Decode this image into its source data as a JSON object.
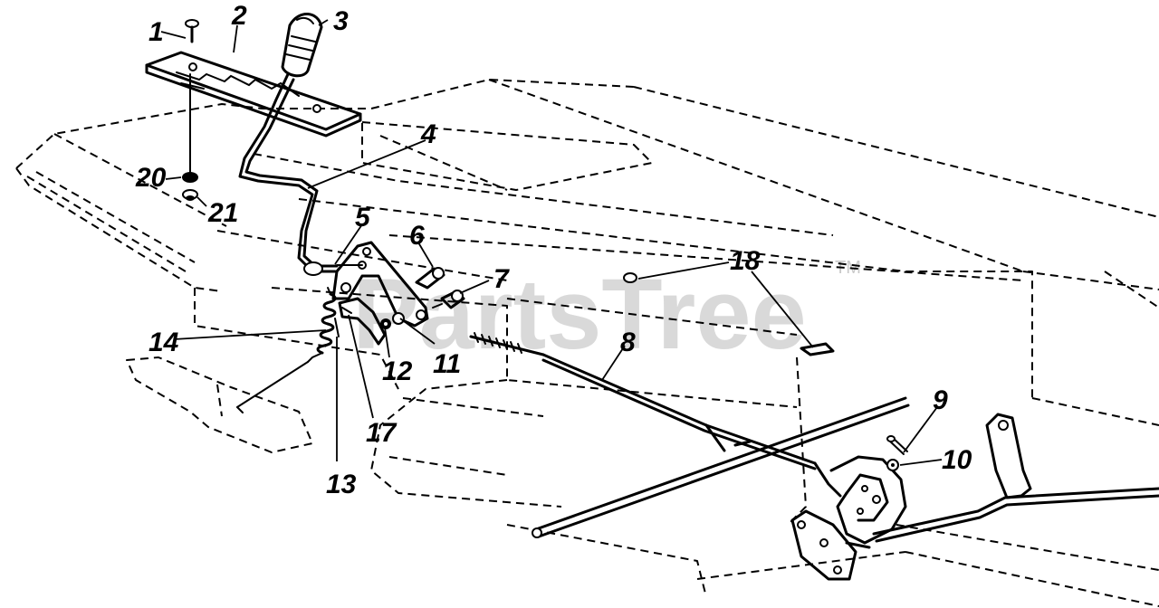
{
  "watermark": {
    "text": "PartsTree",
    "trademark": "TM"
  },
  "callouts": [
    {
      "id": "c1",
      "label": "1"
    },
    {
      "id": "c2",
      "label": "2"
    },
    {
      "id": "c3",
      "label": "3"
    },
    {
      "id": "c4",
      "label": "4"
    },
    {
      "id": "c5",
      "label": "5"
    },
    {
      "id": "c6",
      "label": "6"
    },
    {
      "id": "c7",
      "label": "7"
    },
    {
      "id": "c8",
      "label": "8"
    },
    {
      "id": "c9",
      "label": "9"
    },
    {
      "id": "c10",
      "label": "10"
    },
    {
      "id": "c11",
      "label": "11"
    },
    {
      "id": "c12",
      "label": "12"
    },
    {
      "id": "c13",
      "label": "13"
    },
    {
      "id": "c14",
      "label": "14"
    },
    {
      "id": "c17",
      "label": "17"
    },
    {
      "id": "c18",
      "label": "18"
    },
    {
      "id": "c20",
      "label": "20"
    },
    {
      "id": "c21",
      "label": "21"
    }
  ]
}
